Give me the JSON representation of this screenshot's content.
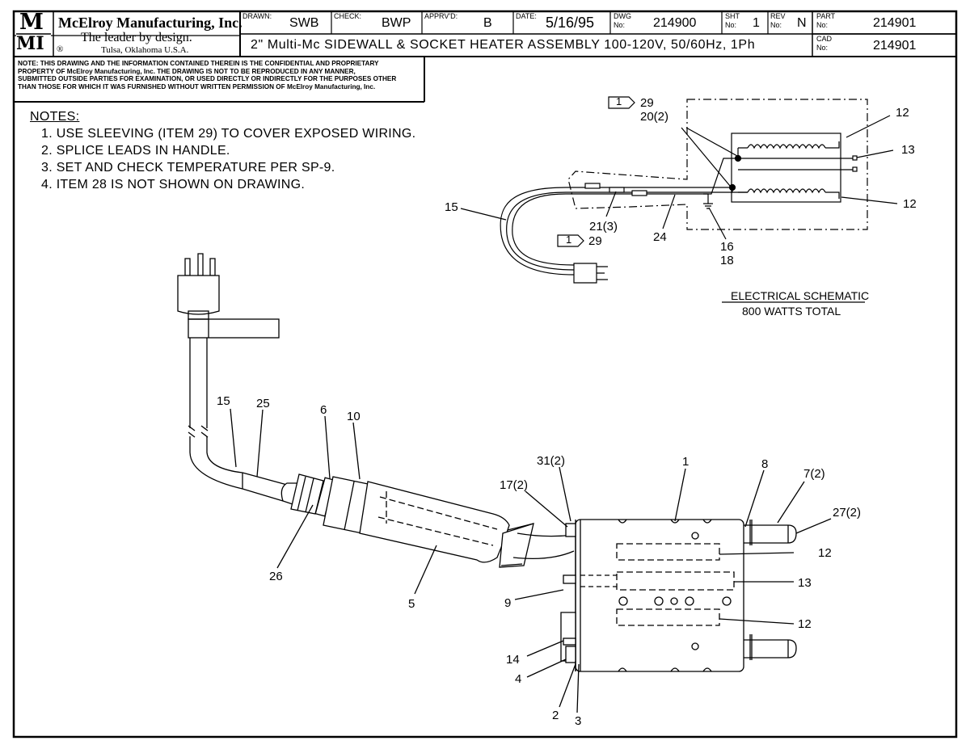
{
  "title_block": {
    "logo_top": "M",
    "logo_bottom": "MI",
    "company": "McElroy Manufacturing, Inc.",
    "slogan": "The leader by design.",
    "registered": "®",
    "location": "Tulsa, Oklahoma U.S.A.",
    "drawn_label": "DRAWN:",
    "drawn_value": "SWB",
    "check_label": "CHECK:",
    "check_value": "BWP",
    "apprvd_label": "APPRV'D:",
    "apprvd_value": "B",
    "date_label": "DATE:",
    "date_value": "5/16/95",
    "dwg_label_1": "DWG",
    "dwg_label_2": "No:",
    "dwg_value": "214900",
    "sht_label_1": "SHT",
    "sht_label_2": "No:",
    "sht_value": "1",
    "rev_label_1": "REV",
    "rev_label_2": "No:",
    "rev_value": "N",
    "part_label_1": "PART",
    "part_label_2": "No:",
    "part_value": "214901",
    "cad_label_1": "CAD",
    "cad_label_2": "No:",
    "cad_value": "214901",
    "description": "2\" Multi-Mc SIDEWALL & SOCKET HEATER ASSEMBLY 100-120V, 50/60Hz, 1Ph"
  },
  "confidential_note": [
    "NOTE: THIS DRAWING AND THE INFORMATION CONTAINED THEREIN IS THE CONFIDENTIAL AND PROPRIETARY",
    "PROPERTY OF McElroy Manufacturing, Inc. THE DRAWING IS NOT TO BE REPRODUCED IN ANY MANNER,",
    "SUBMITTED OUTSIDE PARTIES FOR EXAMINATION, OR USED DIRECTLY OR INDIRECTLY FOR THE PURPOSES OTHER",
    "THAN THOSE FOR WHICH IT WAS FURNISHED WITHOUT WRITTEN PERMISSION OF McElroy Manufacturing, Inc."
  ],
  "notes": {
    "heading": "NOTES:",
    "items": [
      "1. USE SLEEVING (ITEM 29) TO COVER EXPOSED WIRING.",
      "2. SPLICE LEADS IN HANDLE.",
      "3. SET AND CHECK TEMPERATURE PER SP-9.",
      "4. ITEM 28 IS NOT SHOWN ON DRAWING."
    ]
  },
  "schematic": {
    "title": "ELECTRICAL SCHEMATIC",
    "subtitle": "800 WATTS TOTAL",
    "flag_note": "1",
    "callouts": {
      "c29a": "29",
      "c20": "20(2)",
      "c12a": "12",
      "c13": "13",
      "c12b": "12",
      "c15": "15",
      "c21": "21(3)",
      "c24": "24",
      "c16": "16",
      "c18": "18",
      "c29b": "29"
    }
  },
  "assembly": {
    "callouts": {
      "c15": "15",
      "c25": "25",
      "c6": "6",
      "c10": "10",
      "c26": "26",
      "c5": "5",
      "c31": "31(2)",
      "c17": "17(2)",
      "c1": "1",
      "c8": "8",
      "c7": "7(2)",
      "c27": "27(2)",
      "c12a": "12",
      "c13": "13",
      "c12b": "12",
      "c9": "9",
      "c14": "14",
      "c4": "4",
      "c2": "2",
      "c3": "3"
    }
  }
}
